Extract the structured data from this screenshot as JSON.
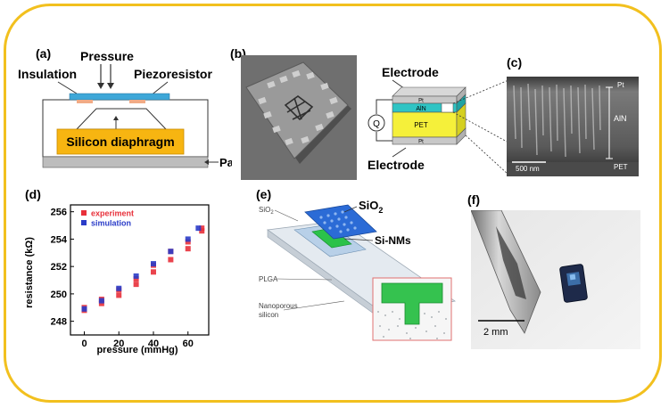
{
  "panels": {
    "a": {
      "label": "(a)",
      "pressure": "Pressure",
      "insulation": "Insulation",
      "piezoresistor": "Piezoresistor",
      "diaphragm": "Silicon diaphragm",
      "package": "Package"
    },
    "b": {
      "label": "(b)",
      "electrode_top": "Electrode",
      "electrode_bottom": "Electrode",
      "pt_top": "Pt",
      "aln": "AlN",
      "pet": "PET",
      "pt_bottom": "Pt",
      "q": "Q"
    },
    "c": {
      "label": "(c)",
      "pt_top": "Pt",
      "aln": "AlN",
      "scale": "500 nm",
      "pet": "PET"
    },
    "d": {
      "label": "(d)",
      "ylabel": "resistance (kΩ)",
      "xlabel": "pressure (mmHg)",
      "xticks": [
        "0",
        "20",
        "40",
        "60"
      ],
      "yticks": [
        "248",
        "250",
        "252",
        "254",
        "256"
      ]
    },
    "e": {
      "label": "(e)",
      "sio2_big": "SiO",
      "sio2_big_sub": "2",
      "sio2_small": "SiO",
      "sio2_small_sub": "2",
      "sinms": "Si-NMs",
      "plga": "PLGA",
      "nanoporous_1": "Nanoporous",
      "nanoporous_2": "silicon"
    },
    "f": {
      "label": "(f)",
      "scale": "2 mm"
    }
  },
  "chart_data": {
    "type": "scatter",
    "xlabel": "pressure (mmHg)",
    "ylabel": "resistance (kΩ)",
    "xlim": [
      -8,
      72
    ],
    "ylim": [
      247,
      256.5
    ],
    "xticks": [
      0,
      20,
      40,
      60
    ],
    "yticks": [
      248,
      250,
      252,
      254,
      256
    ],
    "legend_position": "top-left",
    "colors": {
      "experiment": "#e8303a",
      "simulation": "#2a3cc8"
    },
    "series": [
      {
        "name": "experiment",
        "x": [
          0,
          0,
          10,
          10,
          20,
          20,
          30,
          30,
          40,
          40,
          50,
          50,
          60,
          60,
          68,
          68
        ],
        "y": [
          248.8,
          249.0,
          249.3,
          249.6,
          249.9,
          250.3,
          250.7,
          251.1,
          251.6,
          252.1,
          252.5,
          253.1,
          253.3,
          253.8,
          254.6,
          254.8
        ]
      },
      {
        "name": "simulation",
        "x": [
          0,
          10,
          20,
          30,
          40,
          50,
          60,
          66
        ],
        "y": [
          248.9,
          249.5,
          250.4,
          251.3,
          252.2,
          253.1,
          254.0,
          254.8
        ]
      }
    ]
  }
}
